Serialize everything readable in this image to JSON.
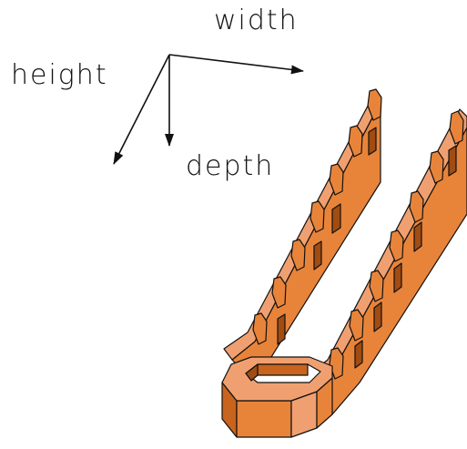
{
  "axes": {
    "width_label": "width",
    "height_label": "height",
    "depth_label": "depth"
  },
  "part": {
    "fill_light": "#f0a070",
    "fill_mid": "#e8843a",
    "fill_dark": "#c8641e",
    "fill_shadow": "#a04c12",
    "stroke": "#111111"
  }
}
